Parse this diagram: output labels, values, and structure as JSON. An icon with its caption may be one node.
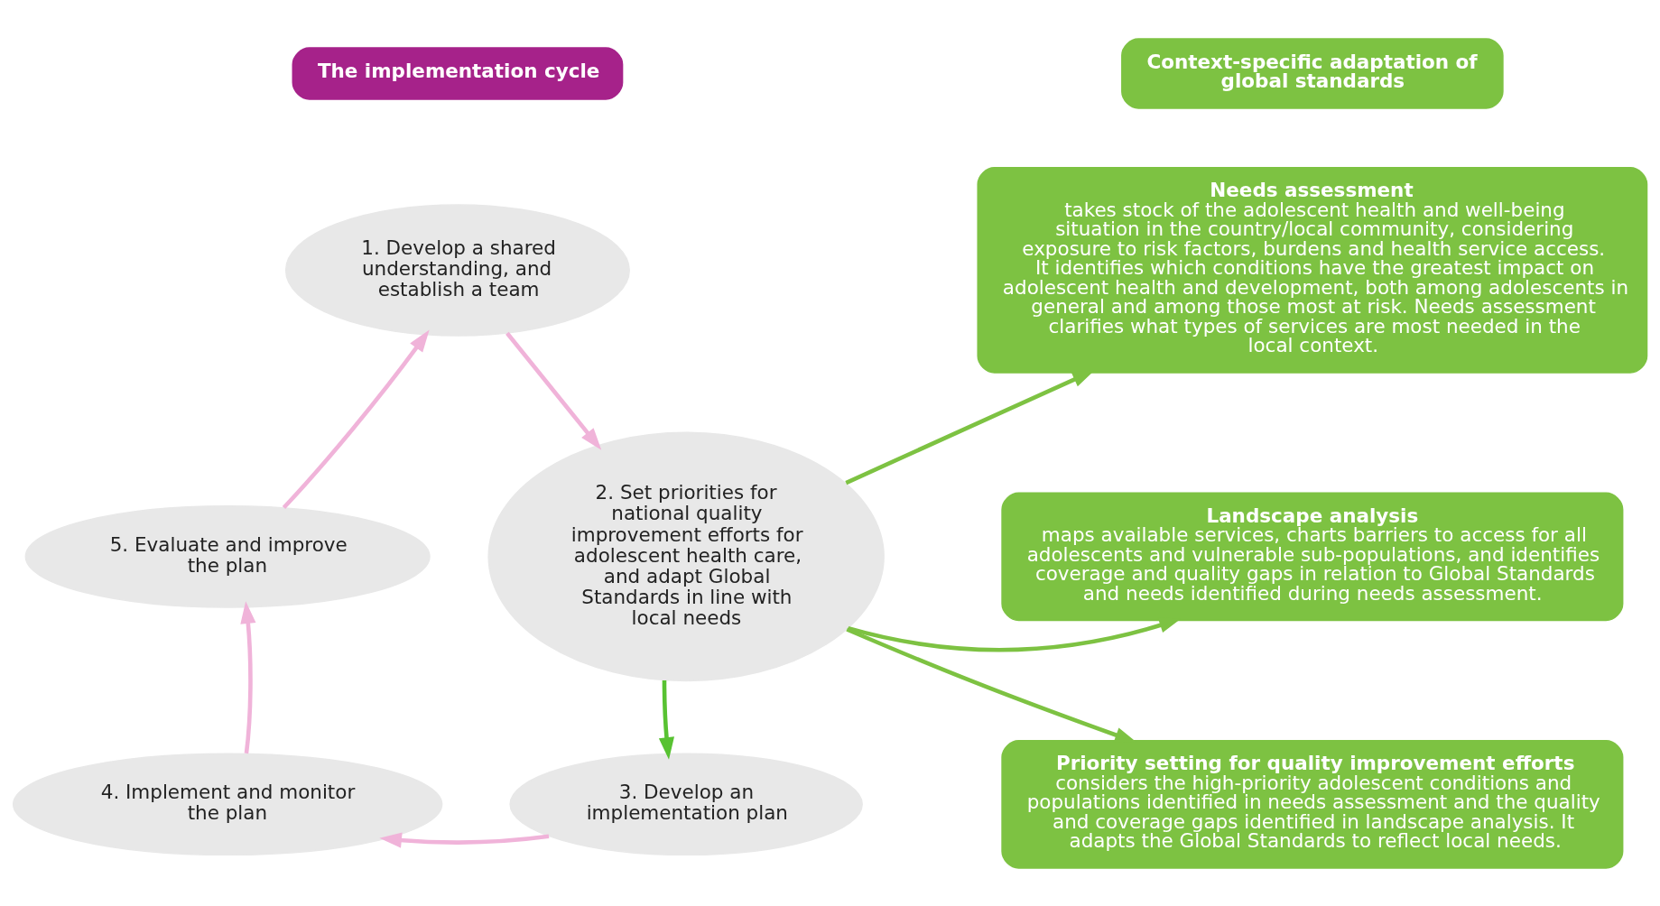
{
  "diagram": {
    "nodes": [
      {
        "text": [
          "The implementation cycle"
        ]
      },
      {
        "text": [
          "1. Develop a shared understanding, and establish a team"
        ]
      },
      {
        "text": [
          "2. Set priorities for national quality improvement efforts for adolescent health care, and adapt Global Standards in line with local needs"
        ]
      },
      {
        "text": [
          "3. Develop an implementation plan"
        ]
      },
      {
        "text": [
          "4. Implement and monitor the plan"
        ]
      },
      {
        "text": [
          "5. Evaluate and improve the plan"
        ]
      },
      {
        "text": [
          "Context-specific adaptation of global standards"
        ]
      },
      {
        "text": [
          "Needs assessment",
          "takes stock of the adolescent health and well-being situation in the country/local community, considering exposure to risk factors, burdens and health service access. It identifies which conditions have the greatest impact on adolescent health and development, both among adolescents in general and among those most at risk. Needs assessment clarifies what types of services are most needed in the local context."
        ]
      },
      {
        "text": [
          "Landscape analysis",
          "maps available services, charts barriers to access for all adolescents and vulnerable sub-populations, and identifies coverage and quality gaps in relation to Global Standards and needs identified during needs assessment."
        ]
      },
      {
        "text": [
          "Priority setting for quality improvement efforts",
          "considers the high-priority adolescent conditions and populations identified in needs assessment and the quality and coverage gaps identified in landscape analysis. It adapts the Global Standards to reflect local needs."
        ]
      }
    ],
    "edges": [
      {
        "from": 1,
        "to": 2,
        "arrow": "to",
        "color": "#f0b3d9"
      },
      {
        "from": 2,
        "to": 3,
        "arrow": "to",
        "color": "#58c232"
      },
      {
        "from": 3,
        "to": 4,
        "arrow": "to",
        "color": "#f0b3d9"
      },
      {
        "from": 4,
        "to": 5,
        "arrow": "to",
        "color": "#f0b3d9"
      },
      {
        "from": 5,
        "to": 1,
        "arrow": "to",
        "color": "#f0b3d9"
      },
      {
        "from": 2,
        "to": 7,
        "arrow": "to",
        "color": "#7dc242"
      },
      {
        "from": 2,
        "to": 8,
        "arrow": "to",
        "color": "#7dc242"
      },
      {
        "from": 2,
        "to": 9,
        "arrow": "to",
        "color": "#7dc242"
      }
    ]
  }
}
